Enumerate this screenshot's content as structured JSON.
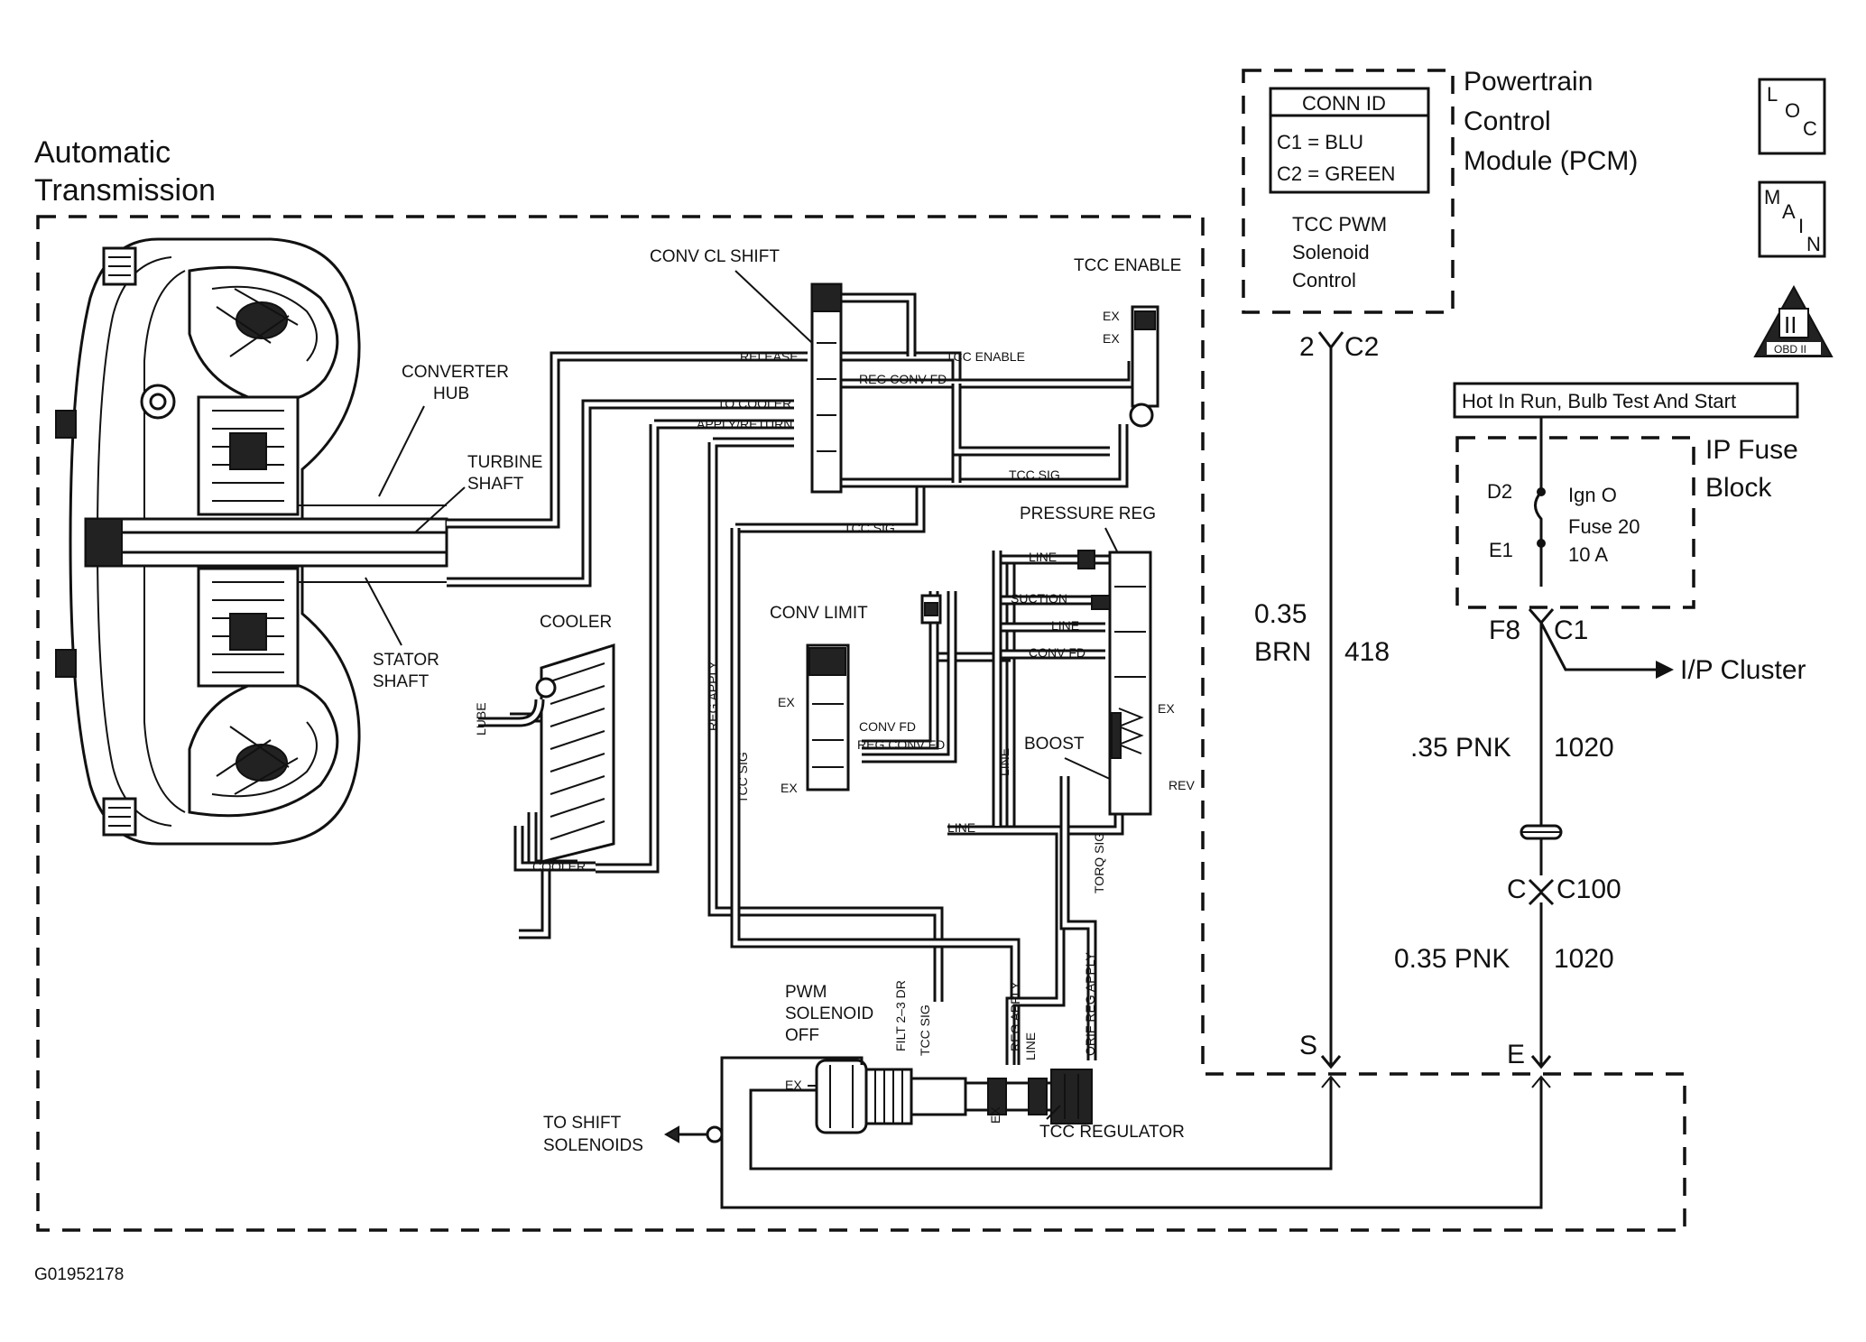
{
  "transmission": {
    "title_line1": "Automatic",
    "title_line2": "Transmission",
    "labels": {
      "converter_hub_1": "CONVERTER",
      "converter_hub_2": "HUB",
      "turbine_shaft_1": "TURBINE",
      "turbine_shaft_2": "SHAFT",
      "stator_shaft_1": "STATOR",
      "stator_shaft_2": "SHAFT",
      "release": "RELEASE",
      "apply_return": "APPLY/RETURN",
      "cooler_title": "COOLER",
      "lube": "LUBE",
      "cooler_port": "COOLER",
      "conv_cl_shift": "CONV CL SHIFT",
      "release_port": "RELEASE",
      "to_cooler": "TO COOLER",
      "apply_return_port": "APPLY/RETURN",
      "reg_conv_fd": "REG CONV FD",
      "tcc_enable_top": "TCC ENABLE",
      "ex_1": "EX",
      "ex_2": "EX",
      "tcc_enable_port": "TCC ENABLE",
      "tcc_sig_1": "TCC SIG",
      "tcc_sig_2": "TCC SIG",
      "pressure_reg": "PRESSURE REG",
      "line_1": "LINE",
      "suction": "SUCTION",
      "line_2": "LINE",
      "conv_fd": "CONV FD",
      "ex_pr": "EX",
      "boost": "BOOST",
      "rev": "REV",
      "conv_limit": "CONV LIMIT",
      "ex_cl1": "EX",
      "ex_cl2": "EX",
      "conv_fd_cl": "CONV FD",
      "reg_conv_fd_cl": "REG CONV FD",
      "line_v": "LINE",
      "line_h": "LINE",
      "torq_sig": "TORQ SIG",
      "reg_apply_v": "REG APPLY",
      "tcc_sig_v": "TCC SIG",
      "pwm_1": "PWM",
      "pwm_2": "SOLENOID",
      "pwm_3": "OFF",
      "filt": "FILT 2–3 DR",
      "tcc_sig_small": "TCC SIG",
      "reg_apply_small": "REG APPLY",
      "line_small": "LINE",
      "orif_reg_apply": "ORIF REG APPLY",
      "ex_sol": "EX",
      "ex_reg": "EX",
      "tcc_regulator": "TCC REGULATOR",
      "to_shift_1": "TO SHIFT",
      "to_shift_2": "SOLENOIDS"
    }
  },
  "pcm": {
    "title_line1": "Powertrain",
    "title_line2": "Control",
    "title_line3": "Module (PCM)",
    "conn_id_header": "CONN ID",
    "conn_c1": "C1 = BLU",
    "conn_c2": "C2 = GREEN",
    "func_line1": "TCC PWM",
    "func_line2": "Solenoid",
    "func_line3": "Control",
    "pin": "2",
    "connector": "C2"
  },
  "badges": {
    "loc": [
      "L",
      "O",
      "C"
    ],
    "main": [
      "M",
      "A",
      "I",
      "N"
    ],
    "obd_numeral": "II",
    "obd_text": "OBD II"
  },
  "fuse": {
    "power_label": "Hot In Run, Bulb Test And Start",
    "block_line1": "IP Fuse",
    "block_line2": "Block",
    "pin_d2": "D2",
    "pin_e1": "E1",
    "fuse_line1": "Ign O",
    "fuse_line2": "Fuse 20",
    "fuse_line3": "10 A",
    "pin_f8": "F8",
    "connector_c1": "C1",
    "ip_cluster": "I/P Cluster"
  },
  "wires": {
    "brn_gauge": "0.35",
    "brn_color": "BRN",
    "brn_circuit": "418",
    "pnk1": ".35 PNK",
    "pnk1_circuit": "1020",
    "c100_pin": "C",
    "c100": "C100",
    "pnk2": "0.35 PNK",
    "pnk2_circuit": "1020",
    "pin_s": "S",
    "pin_e": "E"
  },
  "figure_id": "G01952178"
}
